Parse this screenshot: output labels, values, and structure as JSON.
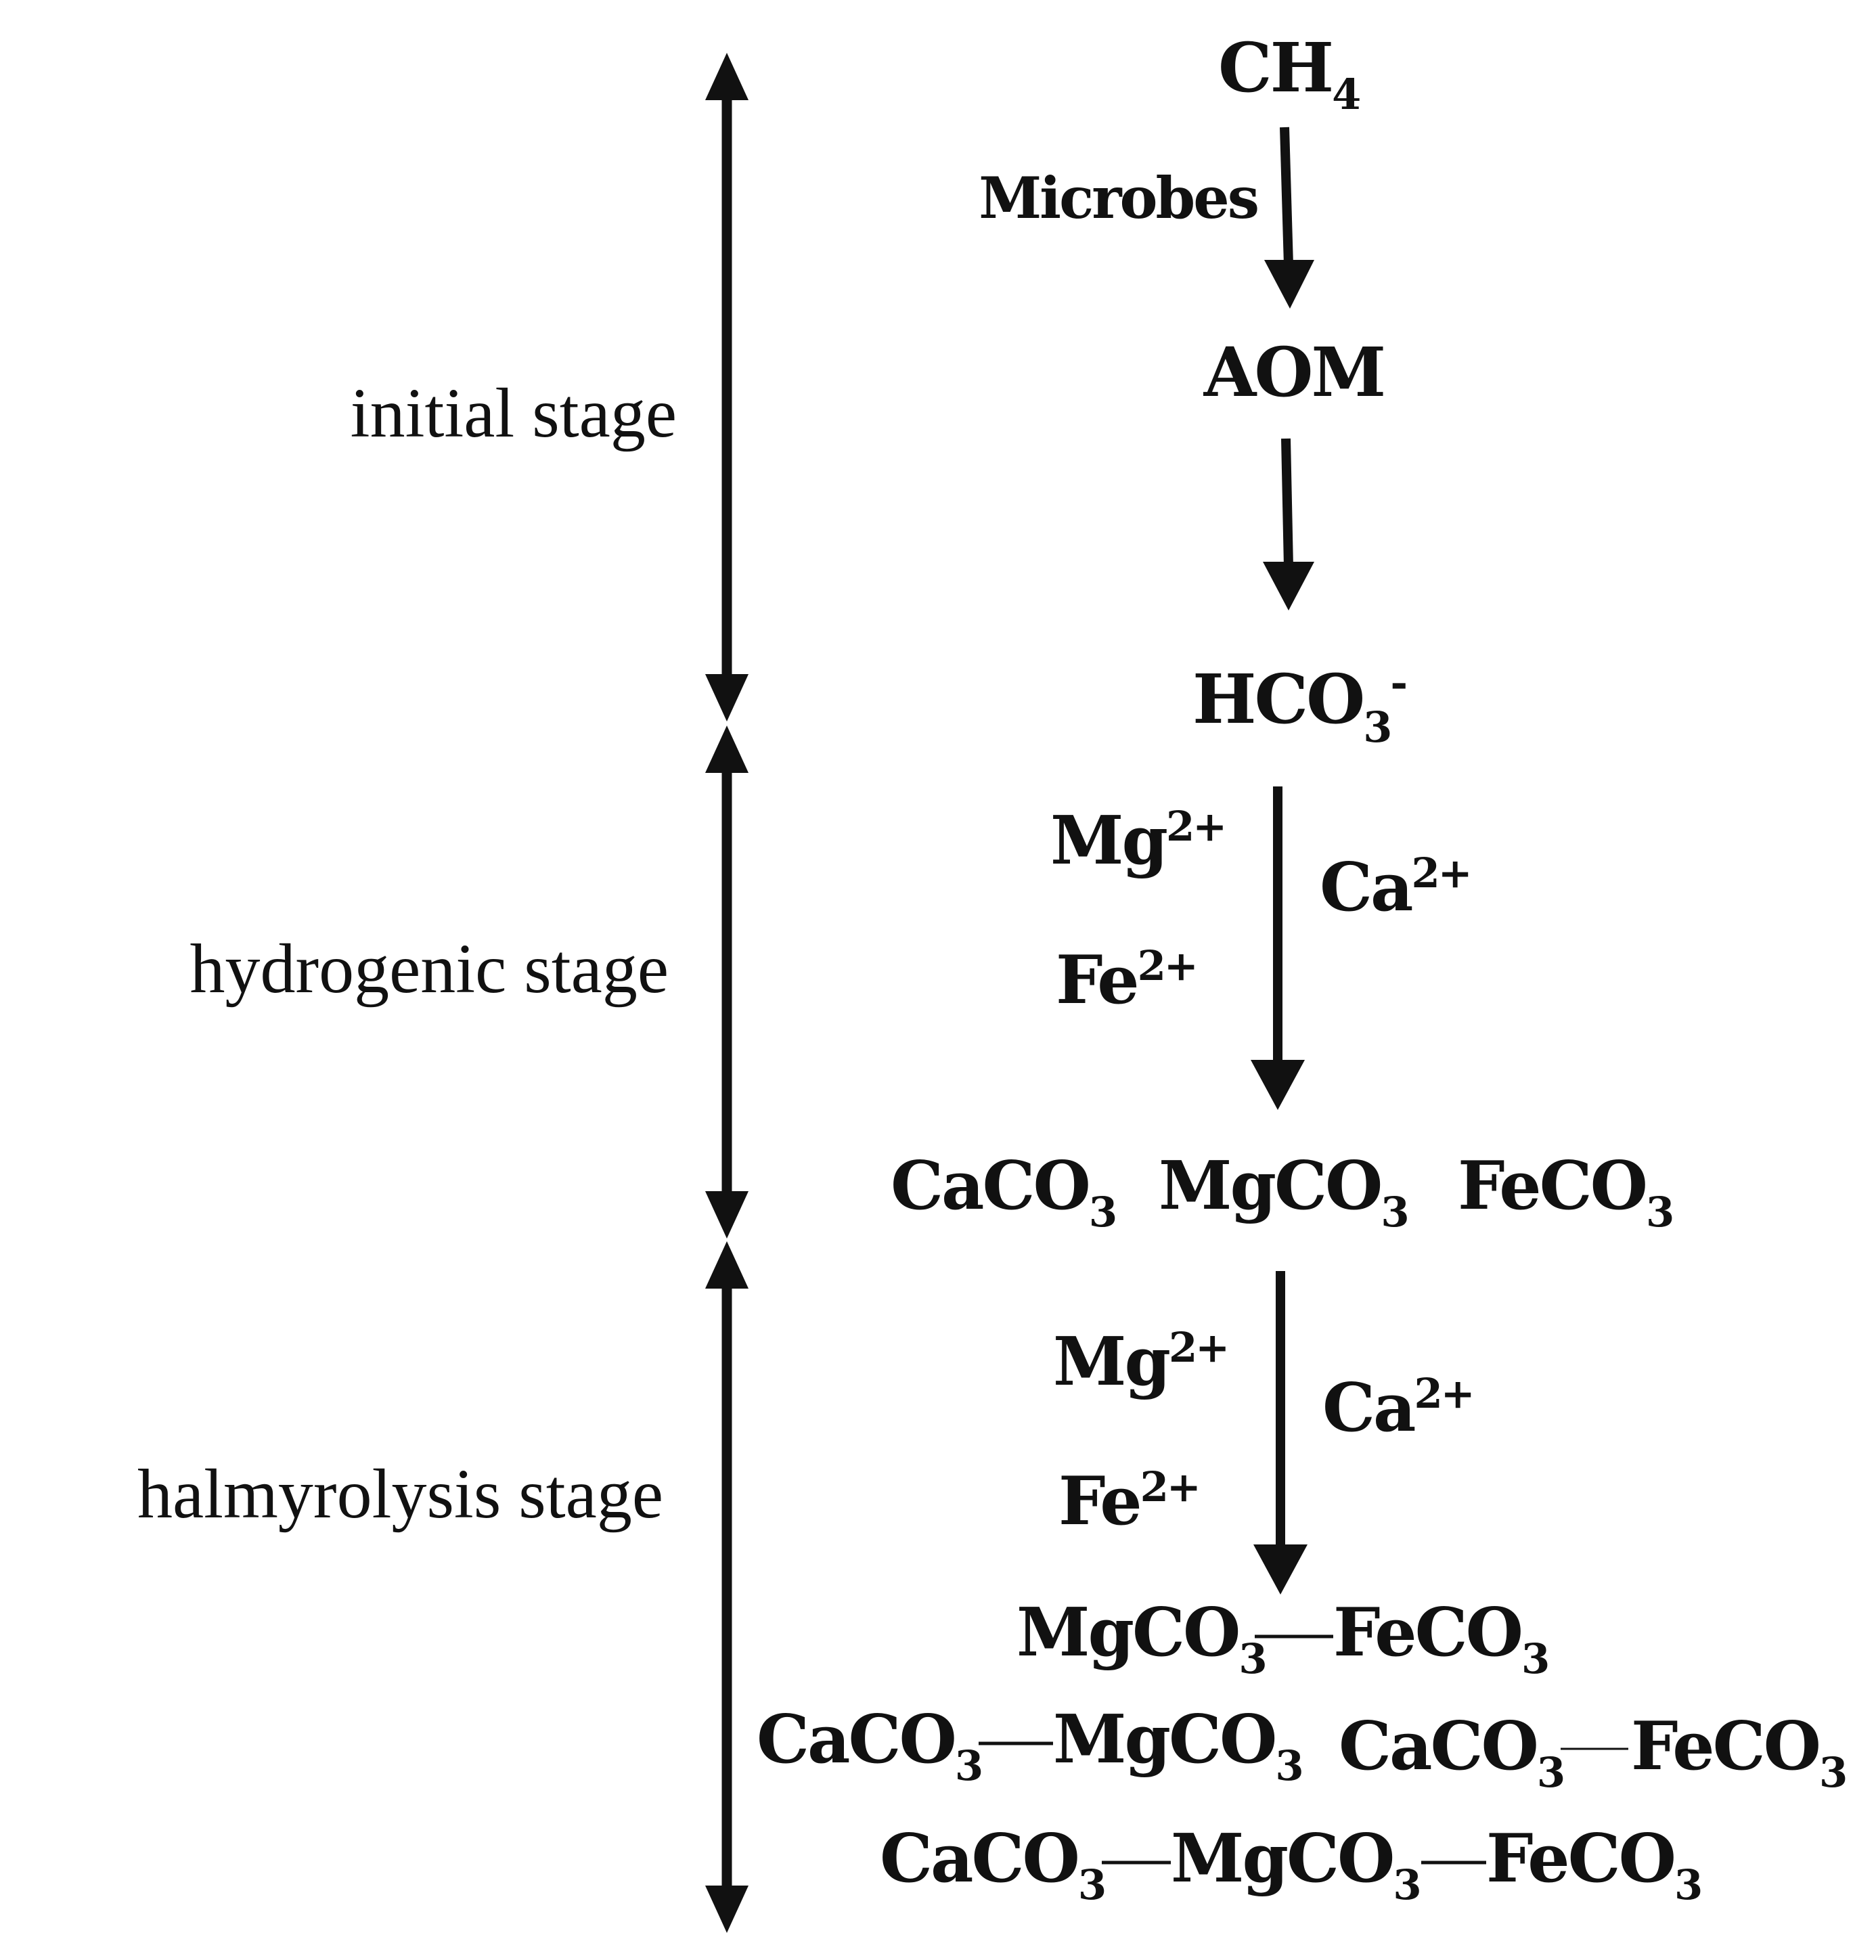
{
  "stages": {
    "initial": "initial stage",
    "hydrogenic": "hydrogenic stage",
    "halmyrolysis": "halmyrolysis stage"
  },
  "nodes": {
    "methane": {
      "base": "CH",
      "sub": "4"
    },
    "microbes": "Microbes",
    "aom": "AOM",
    "bicarbonate": {
      "base": "HCO",
      "sub": "3",
      "sup": "-"
    }
  },
  "step1": {
    "mg": {
      "base": "Mg",
      "sup": "2+"
    },
    "fe": {
      "base": "Fe",
      "sup": "2+"
    },
    "ca": {
      "base": "Ca",
      "sup": "2+"
    }
  },
  "products1": {
    "calcite": {
      "base": "CaCO",
      "sub": "3"
    },
    "magnesite": {
      "base": "MgCO",
      "sub": "3"
    },
    "siderite": {
      "base": "FeCO",
      "sub": "3"
    }
  },
  "step2": {
    "mg": {
      "base": "Mg",
      "sup": "2+"
    },
    "fe": {
      "base": "Fe",
      "sup": "2+"
    },
    "ca": {
      "base": "Ca",
      "sup": "2+"
    }
  },
  "products2": {
    "mg_fe": {
      "a": "MgCO",
      "a_sub": "3",
      "b": "FeCO",
      "b_sub": "3"
    },
    "ca_mg": {
      "a": "CaCO",
      "a_sub": "3",
      "b": "MgCO",
      "b_sub": "3"
    },
    "ca_fe": {
      "a": "CaCO",
      "a_sub": "3",
      "b": "FeCO",
      "b_sub": "3"
    },
    "ca_mg_fe": {
      "a": "CaCO",
      "a_sub": "3",
      "b": "MgCO",
      "b_sub": "3",
      "c": "FeCO",
      "c_sub": "3"
    }
  }
}
